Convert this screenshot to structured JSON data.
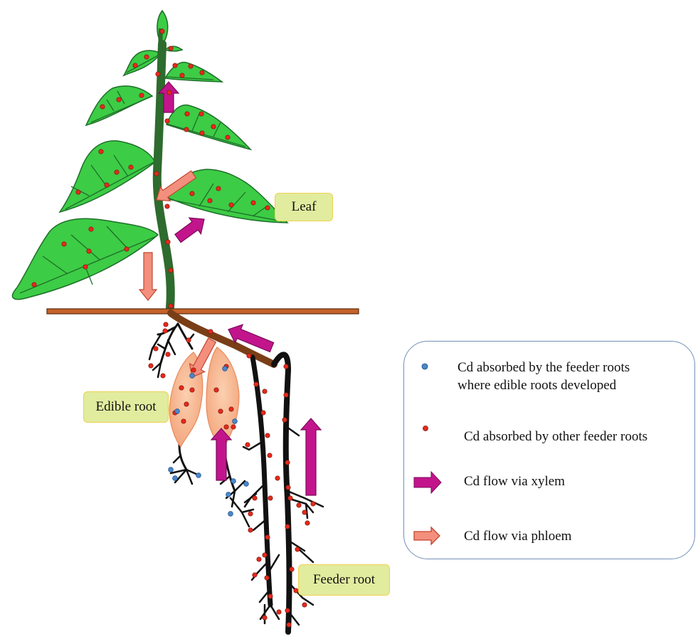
{
  "labels": {
    "leaf": "Leaf",
    "edible_root": "Edible root",
    "feeder_root": "Feeder root"
  },
  "legend": {
    "items": [
      {
        "symbol": "blue-dot",
        "text_lines": [
          "Cd absorbed by the feeder roots",
          "where edible roots developed"
        ]
      },
      {
        "symbol": "red-dot",
        "text_lines": [
          "Cd absorbed by other feeder roots"
        ]
      },
      {
        "symbol": "xylem-arrow",
        "text_lines": [
          "Cd flow via xylem"
        ]
      },
      {
        "symbol": "phloem-arrow",
        "text_lines": [
          "Cd flow via phloem"
        ]
      }
    ]
  },
  "colors": {
    "leaf_fill": "#3dcc45",
    "leaf_vein": "#1e6f2a",
    "stem": "#2e6b2e",
    "ground": "#c5622a",
    "edible_root": "#f7b48b",
    "feeder_root": "#111111",
    "xylem_arrow": "#c2158c",
    "phloem_arrow": "#f38f7d",
    "red_dot": "#e8281c",
    "blue_dot": "#4a87c9"
  }
}
